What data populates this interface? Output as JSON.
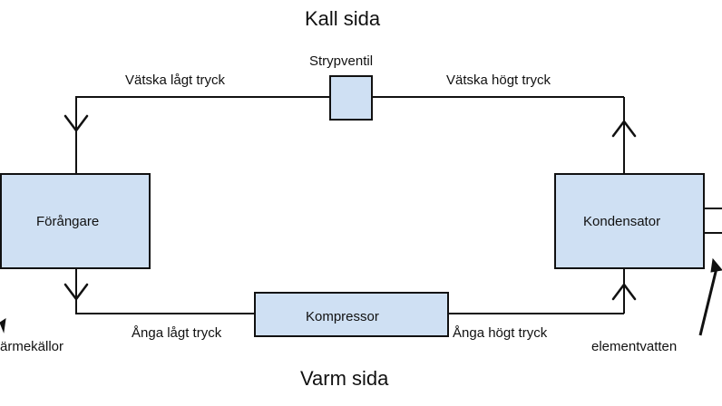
{
  "titles": {
    "top": "Kall sida",
    "bottom": "Varm sida"
  },
  "components": {
    "throttle_valve": "Strypventil",
    "evaporator": "Förångare",
    "condenser": "Kondensator",
    "compressor": "Kompressor"
  },
  "flow_labels": {
    "top_left": "Vätska lågt tryck",
    "top_right": "Vätska högt tryck",
    "bottom_left": "Ånga lågt tryck",
    "bottom_right": "Ånga högt tryck"
  },
  "side_labels": {
    "left": "ärmekällor",
    "right": "elementvatten"
  },
  "colors": {
    "box_fill": "#cfe0f3",
    "line": "#111111"
  }
}
